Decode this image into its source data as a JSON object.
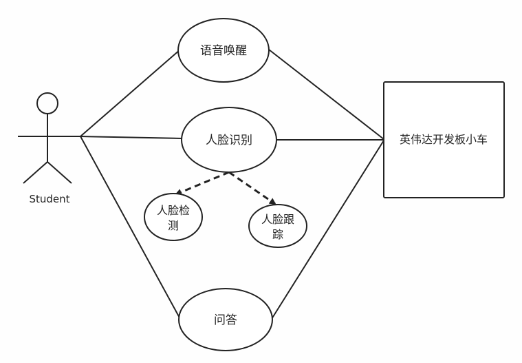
{
  "colors": {
    "stroke": "#222222",
    "text": "#222222",
    "background": "#fefefe"
  },
  "actor": {
    "label": "Student"
  },
  "use_cases": {
    "voice_wake": "语音唤醒",
    "face_recognition": "人脸识别",
    "face_detection_line1": "人脸检",
    "face_detection_line2": "测",
    "face_tracking_line1": "人脸跟",
    "face_tracking_line2": "踪",
    "qa": "问答"
  },
  "system": {
    "label": "英伟达开发板小车"
  }
}
